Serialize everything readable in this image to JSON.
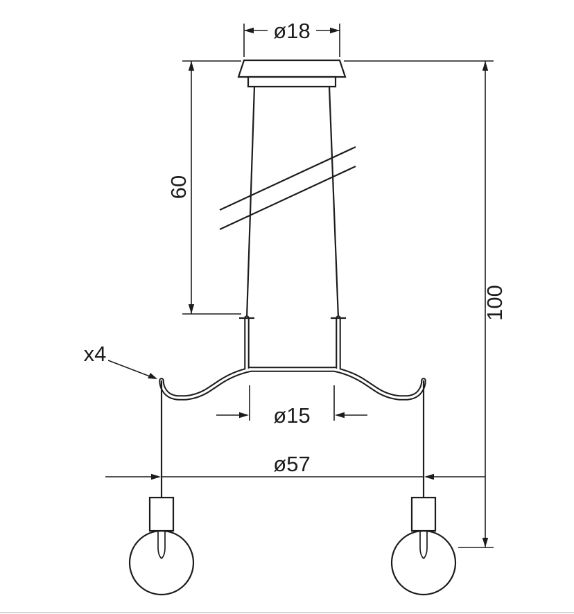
{
  "colors": {
    "line": "#1c1c1c",
    "bg": "#ffffff",
    "border": "#c9c9c9"
  },
  "labels": {
    "canopy_diameter": "ø18",
    "drop_length": "60",
    "total_height": "100",
    "arm_count": "x4",
    "hub_diameter": "ø15",
    "span_diameter": "ø57"
  }
}
